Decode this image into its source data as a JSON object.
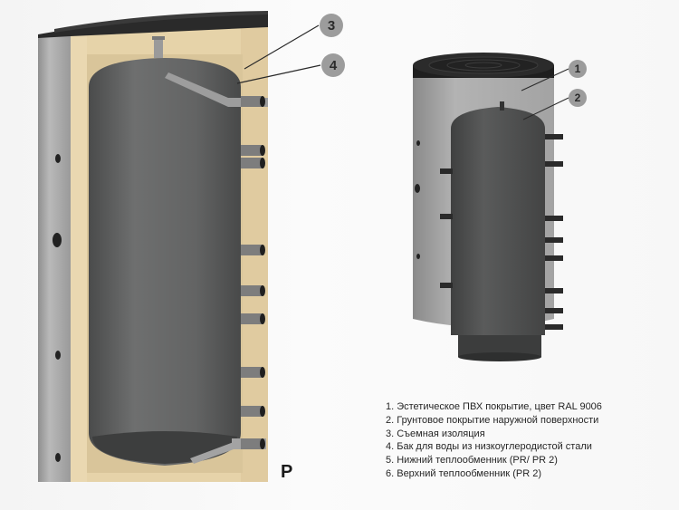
{
  "model_letter": "P",
  "callouts_left": [
    "3",
    "4"
  ],
  "callouts_right": [
    "1",
    "2"
  ],
  "legend": [
    "1. Эстетическое ПВХ покрытие, цвет RAL 9006",
    "2. Грунтовое покрытие наружной поверхности",
    "3. Съемная изоляция",
    "4. Бак для воды из низкоуглеродистой стали",
    "5. Нижний теплообменник (PR/ PR 2)",
    "6. Верхний теплообменник (PR 2)"
  ],
  "colors": {
    "insulation": "#e8d6ad",
    "outer_cover": "#a9a9a9",
    "tank": "#5f6060",
    "lid": "#262626",
    "callout_circle": "#9c9c9c"
  }
}
